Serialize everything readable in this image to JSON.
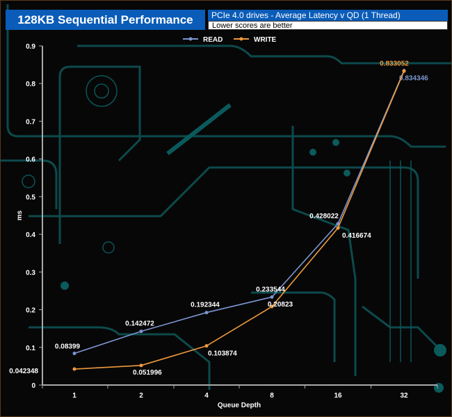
{
  "header": {
    "title": "128KB Sequential Performance",
    "subtitle": "PCIe 4.0 drives - Average Latency v QD (1 Thread)",
    "note": "Lower scores are better"
  },
  "chart_data": {
    "type": "line",
    "title": "128KB Sequential Performance",
    "xlabel": "Queue Depth",
    "ylabel": "ms",
    "categories": [
      "1",
      "2",
      "4",
      "8",
      "16",
      "32"
    ],
    "ylim": [
      0,
      0.9
    ],
    "yticks": [
      "0",
      "0.1",
      "0.2",
      "0.3",
      "0.4",
      "0.5",
      "0.6",
      "0.7",
      "0.8",
      "0.9"
    ],
    "legend_position": "top-center",
    "series": [
      {
        "name": "READ",
        "color": "#7b96d0",
        "values": [
          0.08399,
          0.142472,
          0.192344,
          0.233544,
          0.428022,
          0.834346
        ],
        "labels": [
          "0.08399",
          "0.142472",
          "0.192344",
          "0.233544",
          "0.428022",
          "0.834346"
        ]
      },
      {
        "name": "WRITE",
        "color": "#ef9a3c",
        "values": [
          0.042348,
          0.051996,
          0.103874,
          0.20823,
          0.416674,
          0.833052
        ],
        "labels": [
          "0.042348",
          "0.051996",
          "0.103874",
          "0.20823",
          "0.416674",
          "0.833052"
        ]
      }
    ]
  }
}
